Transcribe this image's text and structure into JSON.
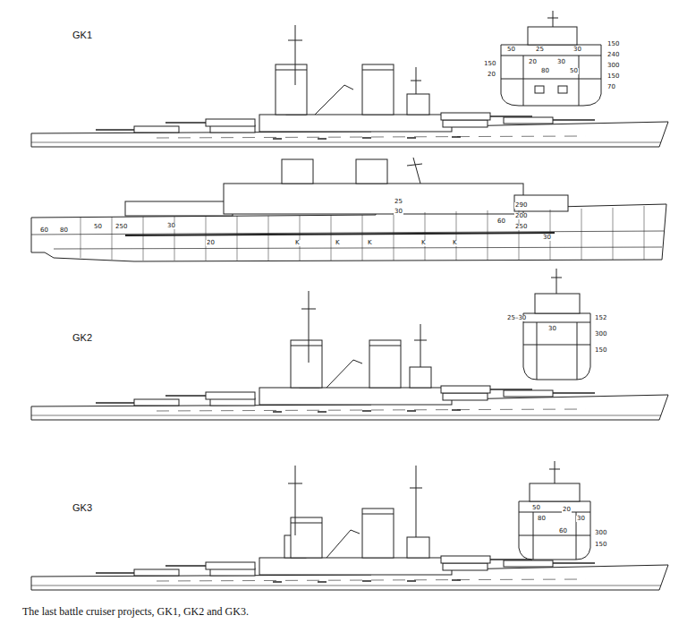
{
  "diagram": {
    "caption": "The last battle cruiser projects, GK1, GK2 and GK3.",
    "labels": [
      "GK1",
      "GK2",
      "GK3",
      "50",
      "25",
      "30",
      "150",
      "240",
      "300",
      "150",
      "70",
      "150",
      "20",
      "20",
      "30",
      "80",
      "50",
      "60",
      "80",
      "50",
      "250",
      "30",
      "20",
      "25",
      "30",
      "290",
      "200",
      "250",
      "60",
      "30",
      "K",
      "K",
      "K",
      "K",
      "K",
      "25–30",
      "152",
      "300",
      "150",
      "30",
      "50",
      "80",
      "20",
      "30",
      "60",
      "300",
      "150"
    ]
  }
}
